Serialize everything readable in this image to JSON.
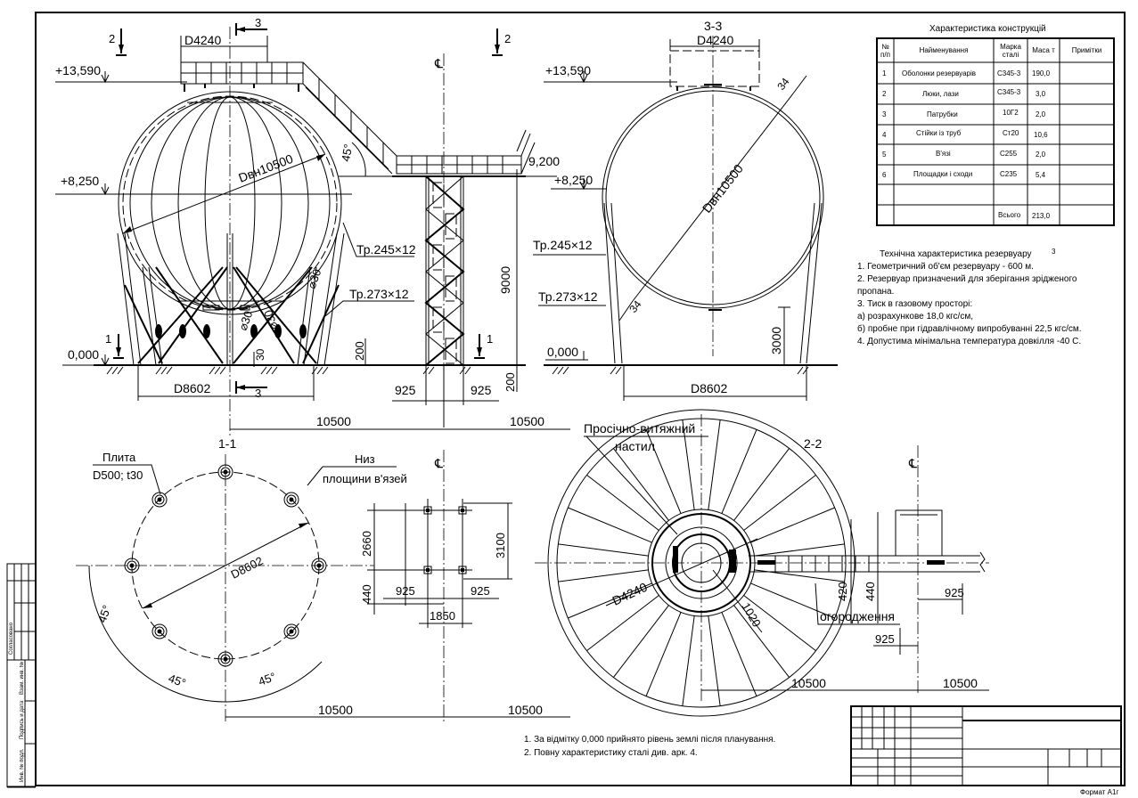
{
  "front_view": {
    "section_mark_2": "2",
    "section_mark_3": "3",
    "section_mark_1": "1",
    "d4240": "D4240",
    "elev_13590": "+13,590",
    "elev_8250": "+8,250",
    "elev_0": "0,000",
    "elev_9200": "9,200",
    "dvn": "Dвн10500",
    "angle45": "45°",
    "pipe245": "Тр.245×12",
    "pipe273": "Тр.273×12",
    "phi30": "⌀30",
    "d8602": "D8602",
    "dim_9000": "9000",
    "dim_200": "200",
    "dim_30": "30",
    "dim_925": "925",
    "dim_10500": "10500"
  },
  "section_33": {
    "title": "3-3",
    "d4240": "D4240",
    "elev_13590": "+13,590",
    "elev_8250": "+8,250",
    "elev_0": "0,000",
    "dvn": "Dвн10500",
    "dim_34": "34",
    "pipe245": "Тр.245×12",
    "pipe273": "Тр.273×12",
    "dim_3000": "3000",
    "d8602": "D8602"
  },
  "section_11": {
    "title": "1-1",
    "plate_label": "Плита",
    "plate_size": "D500; t30",
    "bottom_label": "Низ",
    "bottom_label2": "площини в'язей",
    "d8602": "D8602",
    "angle45": "45°",
    "dim_10500": "10500"
  },
  "tower_plan": {
    "dim_2660": "2660",
    "dim_3100": "3100",
    "dim_440": "440",
    "dim_925": "925",
    "dim_1850": "1850"
  },
  "section_22": {
    "title": "2-2",
    "grating": "Просічно-витяжний",
    "grating2": "настил",
    "d4240": "D4240",
    "dim_1020": "1020",
    "dim_420": "420",
    "dim_440": "440",
    "dim_925": "925",
    "fence": "огородження",
    "dim_10500": "10500"
  },
  "spec_table": {
    "title": "Характеристика конструкцій",
    "headers": [
      "№ п/п",
      "Найменування",
      "Марка сталі",
      "Маса т",
      "Примітки"
    ],
    "rows": [
      [
        "1",
        "Оболонки резервуарів",
        "С345-3",
        "190,0",
        ""
      ],
      [
        "2",
        "Люки, лази",
        "С345-3",
        "3,0",
        ""
      ],
      [
        "3",
        "Патрубки",
        "10Г2",
        "2,0",
        ""
      ],
      [
        "4",
        "Стійки із труб",
        "Ст20",
        "10,6",
        ""
      ],
      [
        "5",
        "В'язі",
        "С255",
        "2,0",
        ""
      ],
      [
        "6",
        "Площадки і сходи",
        "С235",
        "5,4",
        ""
      ],
      [
        "",
        "",
        "",
        "",
        ""
      ],
      [
        "",
        "",
        "Всього",
        "213,0",
        ""
      ]
    ]
  },
  "tech": {
    "title": "Технічна характеристика резервуару",
    "lines": [
      "1. Геометричний об'єм резервуару - 600 м.",
      "2. Резервуар призначений для зберігання зрідженого",
      "пропана.",
      "3. Тиск в газовому просторі:",
      "а) розрахункове  18,0 кгс/см,",
      "б) пробне при гідравлічному випробуванні 22,5 кгс/см.",
      "4. Допустима мінімальна температура довкілля -40 С."
    ],
    "sup3": "3"
  },
  "notes": [
    "1. За відмітку 0,000 прийнято рівень землі після планування.",
    "2. Повну характеристику сталі див. арк. 4."
  ],
  "stamp": {
    "agreed": "Согласовано",
    "inv_repl": "Взам. инв. №",
    "sign_date": "Подпись и дата",
    "inv_orig": "Инв. № подл."
  },
  "format": "Формат А1г"
}
